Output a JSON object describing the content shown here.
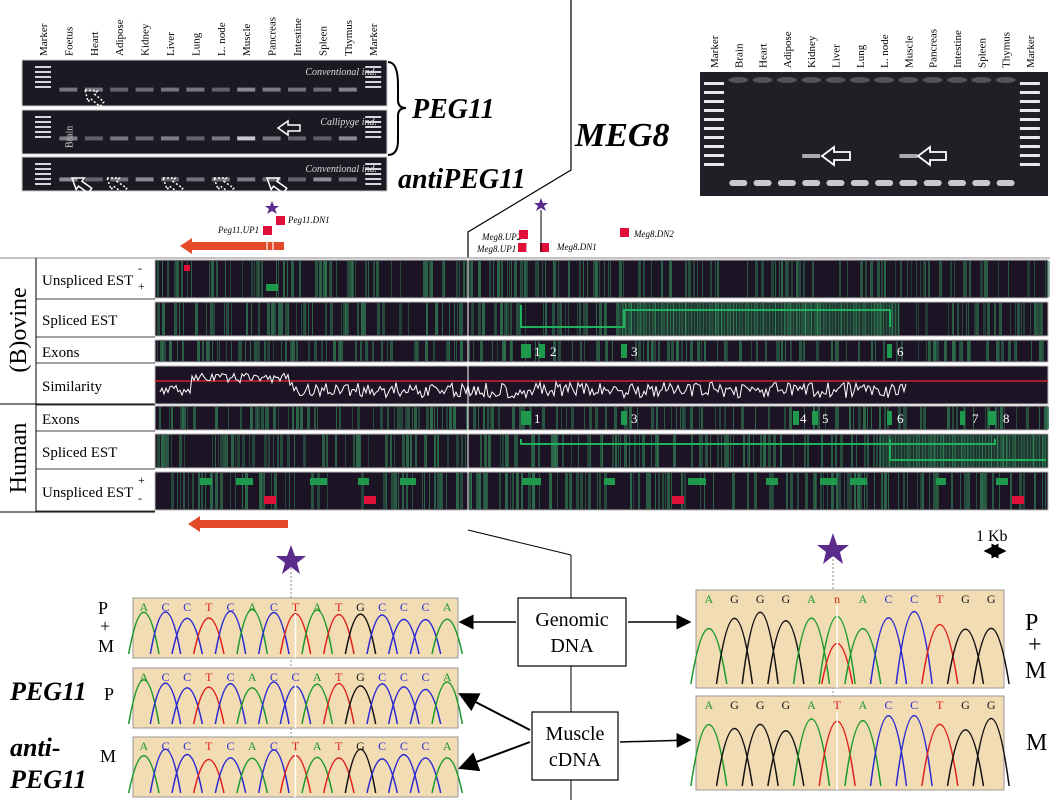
{
  "gel_left": {
    "lanes": [
      "Marker",
      "Foetus",
      "Heart",
      "Adipose",
      "Kidney",
      "Liver",
      "Lung",
      "L. node",
      "Muscle",
      "Pancreas",
      "Intestine",
      "Spleen",
      "Thymus",
      "Marker"
    ],
    "panels": [
      {
        "tag": "Conventional ind."
      },
      {
        "tag": "Callipyge ind.",
        "lane_note": "Brain"
      },
      {
        "tag": "Conventional ind."
      }
    ],
    "label_peg11": "PEG11",
    "label_antipeg11": "antiPEG11"
  },
  "gel_right": {
    "lanes": [
      "Marker",
      "Brain",
      "Heart",
      "Adipose",
      "Kidney",
      "Liver",
      "Lung",
      "L. node",
      "Muscle",
      "Pancreas",
      "Intestine",
      "Spleen",
      "Thymus",
      "Marker"
    ]
  },
  "meg8_label": "MEG8",
  "primers": {
    "peg11_up1": "Peg11.UP1",
    "peg11_dn1": "Peg11.DN1",
    "meg8_up2": "Meg8.UP2",
    "meg8_up1": "Meg8.UP1",
    "meg8_dn1": "Meg8.DN1",
    "meg8_dn2": "Meg8.DN2"
  },
  "tracks": {
    "bovine_group": "(B)ovine",
    "human_group": "Human",
    "rows": [
      {
        "label": "Unspliced EST",
        "strand": "- / +"
      },
      {
        "label": "Spliced EST"
      },
      {
        "label": "Exons"
      },
      {
        "label": "Similarity"
      },
      {
        "label": "Exons"
      },
      {
        "label": "Spliced EST"
      },
      {
        "label": "Unspliced EST",
        "strand": "+ / -"
      }
    ],
    "exon_numbers_bovine": [
      "1",
      "2",
      "3",
      "6"
    ],
    "exon_numbers_human": [
      "1",
      "3",
      "4",
      "5",
      "6",
      "7",
      "8"
    ],
    "scale_label": "1 Kb"
  },
  "chromatograms": {
    "left_seq_pm": [
      "A",
      "C",
      "C",
      "T",
      "C",
      "A",
      "C",
      "T",
      "A",
      "T",
      "G",
      "C",
      "C",
      "C",
      "A"
    ],
    "left_seq_p": [
      "A",
      "C",
      "C",
      "T",
      "C",
      "A",
      "C",
      "C",
      "A",
      "T",
      "G",
      "C",
      "C",
      "C",
      "A"
    ],
    "left_seq_m": [
      "A",
      "C",
      "C",
      "T",
      "C",
      "A",
      "C",
      "T",
      "A",
      "T",
      "G",
      "C",
      "C",
      "C",
      "A"
    ],
    "right_seq_pm": [
      "A",
      "G",
      "G",
      "G",
      "A",
      "n",
      "A",
      "C",
      "C",
      "T",
      "G",
      "G"
    ],
    "right_seq_m": [
      "A",
      "G",
      "G",
      "G",
      "A",
      "T",
      "A",
      "C",
      "C",
      "T",
      "G",
      "G"
    ],
    "label_pm_left": [
      "P",
      "+",
      "M"
    ],
    "label_p": "P",
    "label_m_left": "M",
    "label_pm_right": [
      "P",
      "+",
      "M"
    ],
    "label_m_right": "M",
    "peg11": "PEG11",
    "anti_peg11_1": "anti-",
    "anti_peg11_2": "PEG11",
    "genomic_1": "Genomic",
    "genomic_2": "DNA",
    "muscle_1": "Muscle",
    "muscle_2": "cDNA"
  },
  "colors": {
    "track_bg": "#1c1424",
    "exon_green": "#1f9a4c",
    "est_red": "#e0103a",
    "star_purple": "#5b2b8c",
    "chrom_bg": "#f2dcb4",
    "gel_bg": "#1a1a22"
  }
}
